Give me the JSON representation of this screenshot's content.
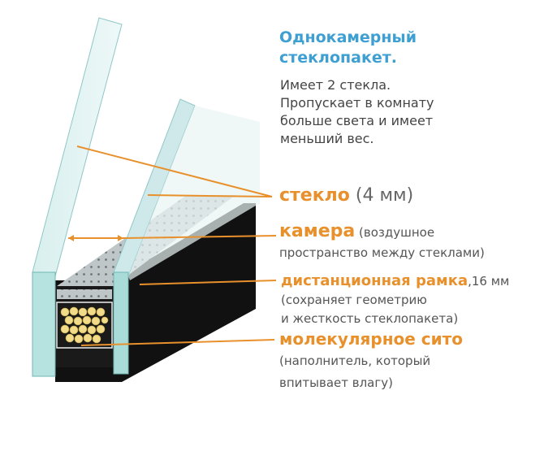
{
  "title": [
    "Однокамерный",
    "стеклопакет."
  ],
  "description": [
    "Имеет 2 стекла.",
    "Пропускает в комнату",
    "больше света и имеет",
    "меньший вес."
  ],
  "labels": {
    "glass": {
      "name": "стекло",
      "note": " (4 мм)"
    },
    "chamber": {
      "name": "камера",
      "note": " (воздушное",
      "note2": "пространство между стеклами)"
    },
    "spacer": {
      "name": "дистанционная рамка",
      "note": ",16 мм",
      "note2": "(сохраняет геометрию",
      "note3": "и жесткость стеклопакета)"
    },
    "sieve": {
      "name": "молекулярное сито",
      "note": "(наполнитель, который",
      "note2": "впитывает влагу)"
    }
  },
  "colors": {
    "accent": "#e8912c",
    "title": "#3d9fd2",
    "text": "#555555"
  }
}
